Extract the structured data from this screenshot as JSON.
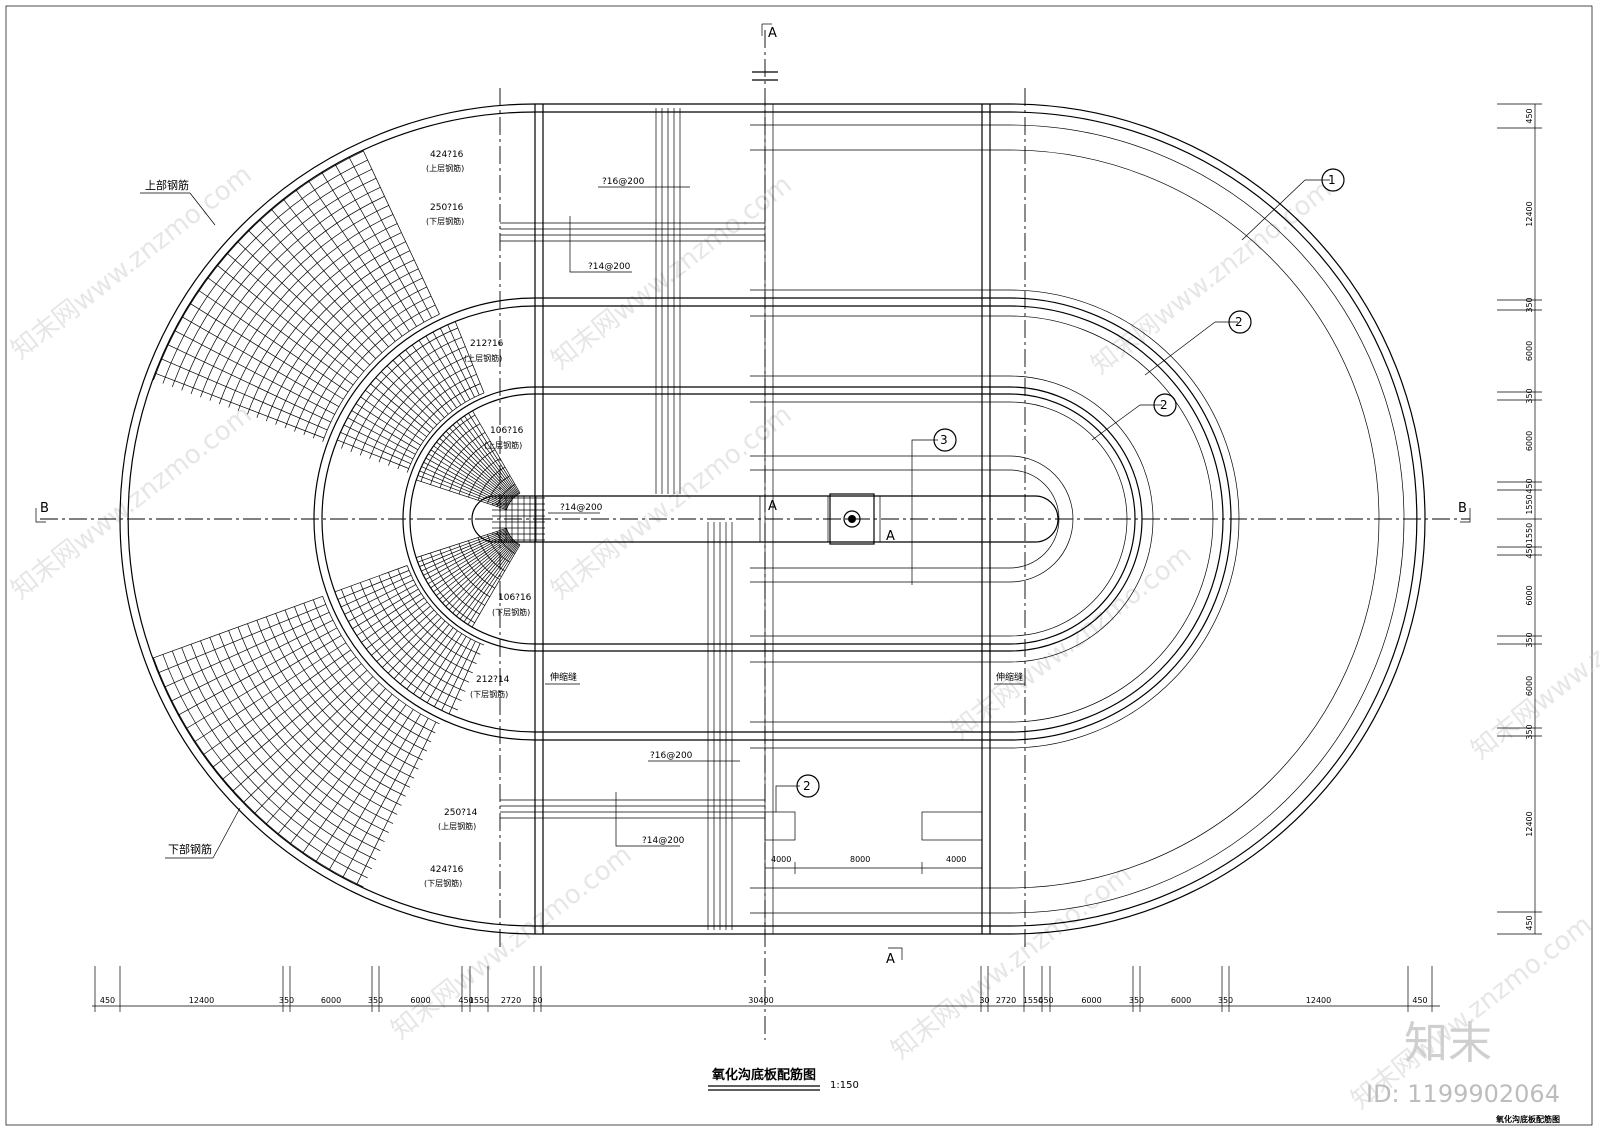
{
  "title": "氧化沟底板配筋图",
  "scale": "1:150",
  "corner_title": "氧化沟底板配筋图",
  "section_marks": [
    "A",
    "A",
    "A",
    "A",
    "B",
    "B"
  ],
  "markers": [
    "1",
    "2",
    "2",
    "3",
    "2"
  ],
  "rebar_labels": [
    {
      "main": "424?16",
      "sub": "(上层钢筋)"
    },
    {
      "main": "250?16",
      "sub": "(下层钢筋)"
    },
    {
      "main": "212?16",
      "sub": "(上层钢筋)"
    },
    {
      "main": "106?16",
      "sub": "(上层钢筋)"
    },
    {
      "main": "106?16",
      "sub": "(下层钢筋)"
    },
    {
      "main": "212?14",
      "sub": "(下层钢筋)"
    },
    {
      "main": "250?14",
      "sub": "(上层钢筋)"
    },
    {
      "main": "424?16",
      "sub": "(下层钢筋)"
    }
  ],
  "callouts": [
    "上部钢筋",
    "下部钢筋",
    "伸缩缝",
    "伸缩缝"
  ],
  "spacing_labels": [
    "?16@200",
    "?14@200",
    "?14@200",
    "?16@200",
    "?14@200"
  ],
  "bottom_dims": [
    "450",
    "12400",
    "350",
    "6000",
    "350",
    "6000",
    "450",
    "1550",
    "2720",
    "30",
    "30400",
    "30",
    "2720",
    "1550",
    "450",
    "6000",
    "350",
    "6000",
    "350",
    "12400",
    "450"
  ],
  "right_dims": [
    "450",
    "12400",
    "350",
    "6000",
    "350",
    "6000",
    "450",
    "1550",
    "1550",
    "450",
    "6000",
    "350",
    "6000",
    "350",
    "12400",
    "450"
  ],
  "inner_dims": [
    "4000",
    "8000",
    "4000"
  ],
  "watermark": "知末网www.znzmo.com",
  "brand": "知末",
  "id_label": "ID: 1199902064"
}
